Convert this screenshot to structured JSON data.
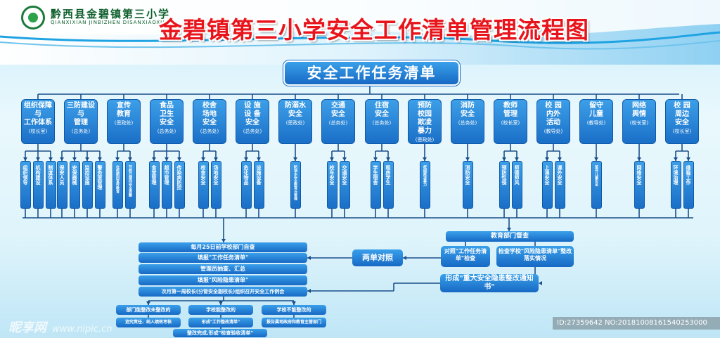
{
  "header": {
    "school_name": "黔西县金碧镇第三小学",
    "school_name_en": "QIANXIXIAN JINBIZHEN DISANXIAOXUE",
    "title": "金碧镇第三小学安全工作清单管理流程图"
  },
  "root": "安全工作任务清单",
  "categories": [
    {
      "name": "组织保障\n与\n工作体系",
      "dept": "(校长室)",
      "subs": [
        "组织领导",
        "机构建设",
        "制度体系"
      ]
    },
    {
      "name": "三防建设\n与\n管理",
      "dept": "(总务处)",
      "subs": [
        "保安人员",
        "安保器械",
        "监控设施",
        "警务室管理"
      ]
    },
    {
      "name": "宣传\n教育",
      "dept": "(思政处)",
      "subs": [
        "在校期间宣传教育",
        "节假日期间安全提醒"
      ]
    },
    {
      "name": "食品\n卫生\n安全",
      "dept": "(总务处)",
      "subs": [
        "食堂管理",
        "超市管理",
        "传染病防控"
      ]
    },
    {
      "name": "校舍\n场地\n安全",
      "dept": "(总务处)",
      "subs": [
        "校舍安全",
        "场地安全"
      ]
    },
    {
      "name": "设 施\n设 备\n安全",
      "dept": "(总务处)",
      "subs": [
        "危化物品",
        "设施设备"
      ]
    },
    {
      "name": "防溺水\n安全",
      "dept": "(思政处)",
      "subs": [
        "防溺水安全教育与管理"
      ]
    },
    {
      "name": "交通\n安全",
      "dept": "(总务处)",
      "subs": [
        "校车安全",
        "交通安全"
      ]
    },
    {
      "name": "住宿\n安全",
      "dept": "(总务处)",
      "subs": [
        "学生宿舍",
        "租房学生"
      ]
    },
    {
      "name": "预防\n校园\n欺凌\n暴力",
      "dept": "(思政处)",
      "subs": [
        "校园欺凌暴力"
      ]
    },
    {
      "name": "消防\n安全",
      "dept": "(总务处)",
      "subs": [
        "消防安全"
      ]
    },
    {
      "name": "教师\n管理",
      "dept": "(校长室)",
      "subs": [
        "预防性侵",
        "师德师风"
      ]
    },
    {
      "name": "校 园\n内外\n活动",
      "dept": "(教导处)",
      "subs": [
        "上课安全",
        "课外安全"
      ]
    },
    {
      "name": "留守\n儿童",
      "dept": "(教导处)",
      "subs": [
        "留守儿童安全"
      ]
    },
    {
      "name": "网络\n舆情",
      "dept": "(校长室)",
      "subs": [
        "网络安全"
      ]
    },
    {
      "name": "校 园\n周边\n安全",
      "dept": "(校长室)",
      "subs": [
        "环境治理",
        "维稳工作"
      ]
    }
  ],
  "flow": {
    "step1": "每月25日前学校部门自查",
    "step2": "填报\"工作任务清单\"",
    "step3": "管理员抽查、汇总",
    "step4": "填报\"风险隐患清单\"",
    "step5": "次月第一周校长(分管安全副校长)组织召开安全工作例会",
    "branch1": "部门能整改未整改的",
    "branch2": "学校能整改的",
    "branch3": "学校不能整改的",
    "branch1_result": "追究责任、纳入绩效考核",
    "branch2_result": "形成\"工作整改清单\"",
    "branch3_result": "报告属地政府和教育主管部门",
    "final": "整改完成,形成\"检查验收清单\"",
    "compare": "两单对照",
    "edu_check": "教育部门督查",
    "check1": "对照\"工作任务清单\"检查",
    "check2": "检查学校\"风险隐患清单\"整改落实情况",
    "notice": "形成\"重大安全隐患整改通知书\""
  },
  "watermark": {
    "brand": "昵享网",
    "url": "www.nipic.cn",
    "id_text": "ID:27359642 NO:20181008161540253000"
  },
  "colors": {
    "box": "#1f7fd6",
    "title": "#e8141b",
    "line": "#1a4f8a"
  }
}
